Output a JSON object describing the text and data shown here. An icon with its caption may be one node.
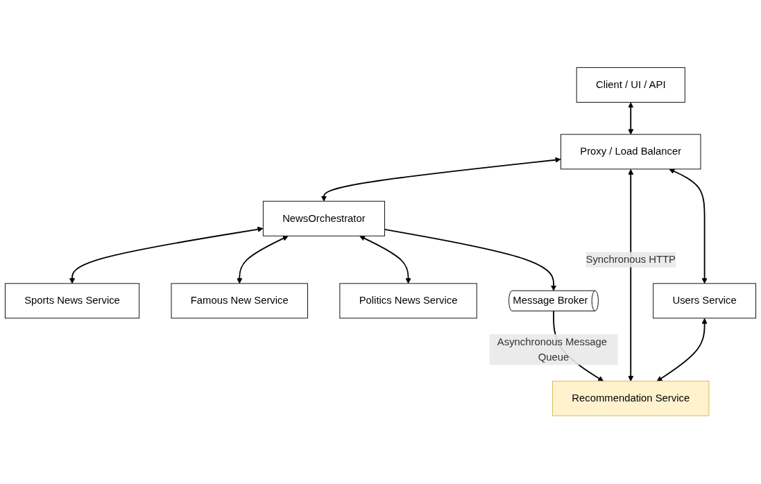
{
  "diagram": {
    "nodes": [
      {
        "text": [
          "Client / UI / API"
        ]
      },
      {
        "text": [
          "Proxy / Load Balancer"
        ]
      },
      {
        "text": [
          "NewsOrchestrator"
        ]
      },
      {
        "text": [
          "Sports News Service"
        ]
      },
      {
        "text": [
          "Famous New Service"
        ]
      },
      {
        "text": [
          "Politics News Service"
        ]
      },
      {
        "text": [
          "Users Service"
        ]
      },
      {
        "text": [
          "Recommendation Service"
        ]
      },
      {
        "text": [
          "Message Broker"
        ]
      }
    ],
    "edges": [
      {
        "from": 0,
        "to": 1,
        "arrow": "both"
      },
      {
        "from": 1,
        "to": 2,
        "arrow": "both"
      },
      {
        "from": 2,
        "to": 3,
        "arrow": "both"
      },
      {
        "from": 2,
        "to": 4,
        "arrow": "both"
      },
      {
        "from": 2,
        "to": 5,
        "arrow": "both"
      },
      {
        "from": 2,
        "to": 8,
        "arrow": "to"
      },
      {
        "from": 1,
        "to": 7,
        "arrow": "both",
        "label": "Synchronous HTTP"
      },
      {
        "from": 1,
        "to": 6,
        "arrow": "both"
      },
      {
        "from": 6,
        "to": 7,
        "arrow": "both"
      },
      {
        "from": 8,
        "to": 7,
        "arrow": "to",
        "label": "Asynchronous Message Queue"
      }
    ]
  }
}
